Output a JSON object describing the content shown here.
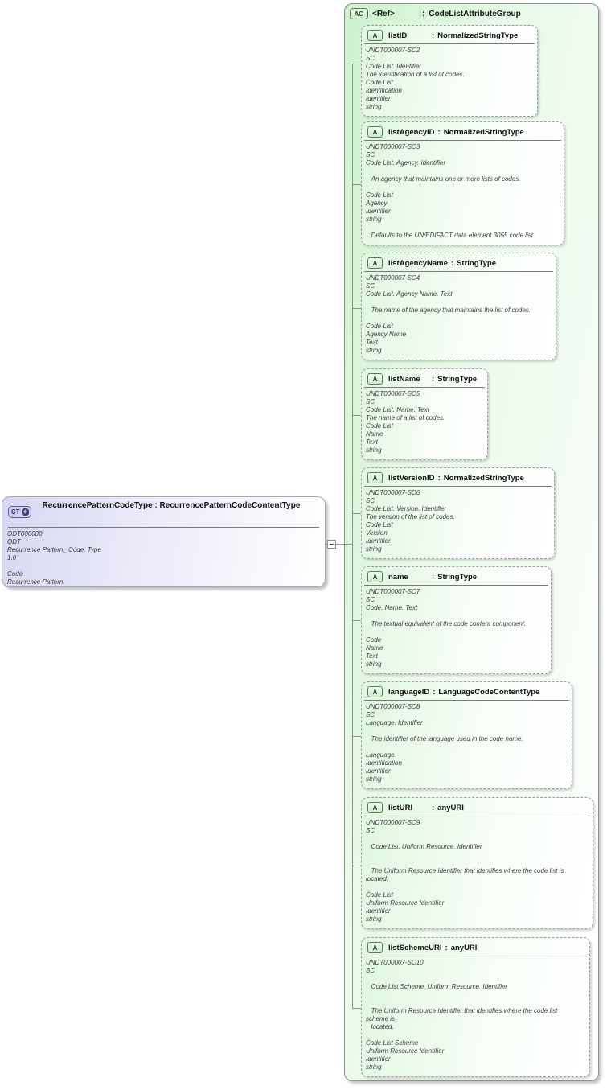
{
  "diagram": {
    "separator": ":",
    "icons": {
      "collapse_handle": "minus-icon"
    },
    "colors": {
      "group_green": "#ccf2cc",
      "attribute_green": "#dff7df",
      "complex_type_lavender": "#d7d7f2",
      "line_gray": "#8f8f8f"
    },
    "ct_box": {
      "icon_label": "CT",
      "icon_plus": "+",
      "title": "RecurrencePatternCodeType : RecurrencePatternCodeContentType",
      "lines": [
        "QDT000000",
        "QDT",
        "Recurrence Pattern_ Code. Type",
        "1.0",
        "",
        "Code",
        "Recurrence Pattern"
      ]
    },
    "attribute_group": {
      "icon_label": "AG",
      "name": "<Ref>",
      "type": "CodeListAttributeGroup",
      "attributes": [
        {
          "icon_label": "A",
          "name": "listID",
          "type": "NormalizedStringType",
          "lines": [
            "UNDT000007-SC2",
            "SC",
            "Code List. Identifier",
            "The identification of a list of codes.",
            "Code List",
            "Identification",
            "Identifier",
            "string"
          ]
        },
        {
          "icon_label": "A",
          "name": "listAgencyID",
          "type": "NormalizedStringType",
          "lines": [
            "UNDT000007-SC3",
            "SC",
            "Code List. Agency. Identifier",
            "",
            "   An agency that maintains one or more lists of codes.",
            "",
            "Code List",
            "Agency",
            "Identifier",
            "string",
            "",
            "   Defaults to the UN/EDIFACT data element 3055 code list."
          ]
        },
        {
          "icon_label": "A",
          "name": "listAgencyName",
          "type": "StringType",
          "lines": [
            "UNDT000007-SC4",
            "SC",
            "Code List. Agency Name. Text",
            "",
            "   The name of the agency that maintains the list of codes.",
            "",
            "Code List",
            "Agency Name",
            "Text",
            "string"
          ]
        },
        {
          "icon_label": "A",
          "name": "listName",
          "type": "StringType",
          "lines": [
            "UNDT000007-SC5",
            "SC",
            "Code List. Name. Text",
            "The name of a list of codes.",
            "Code List",
            "Name",
            "Text",
            "string"
          ]
        },
        {
          "icon_label": "A",
          "name": "listVersionID",
          "type": "NormalizedStringType",
          "lines": [
            "UNDT000007-SC6",
            "SC",
            "Code List. Version. Identifier",
            "The version of the list of codes.",
            "Code List",
            "Version",
            "Identifier",
            "string"
          ]
        },
        {
          "icon_label": "A",
          "name": "name",
          "type": "StringType",
          "lines": [
            "UNDT000007-SC7",
            "SC",
            "Code. Name. Text",
            "",
            "   The textual equivalent of the code content component.",
            "",
            "Code",
            "Name",
            "Text",
            "string"
          ]
        },
        {
          "icon_label": "A",
          "name": "languageID",
          "type": "LanguageCodeContentType",
          "lines": [
            "UNDT000007-SC8",
            "SC",
            "Language. Identifier",
            "",
            "   The identifier of the language used in the code name.",
            "",
            "Language",
            "Identification",
            "Identifier",
            "string"
          ]
        },
        {
          "icon_label": "A",
          "name": "listURI",
          "type": "anyURI",
          "lines": [
            "UNDT000007-SC9",
            "SC",
            "",
            "   Code List. Uniform Resource. Identifier",
            "",
            "",
            "   The Uniform Resource Identifier that identifies where the code list is",
            "located.",
            "",
            "Code List",
            "Uniform Resource Identifier",
            "Identifier",
            "string"
          ]
        },
        {
          "icon_label": "A",
          "name": "listSchemeURI",
          "type": "anyURI",
          "lines": [
            "UNDT000007-SC10",
            "SC",
            "",
            "   Code List Scheme. Uniform Resource. Identifier",
            "",
            "",
            "   The Uniform Resource Identifier that identifies where the code list",
            "scheme is",
            "   located.",
            "",
            "Code List Scheme",
            "Uniform Resource Identifier",
            "Identifier",
            "string"
          ]
        }
      ]
    }
  }
}
